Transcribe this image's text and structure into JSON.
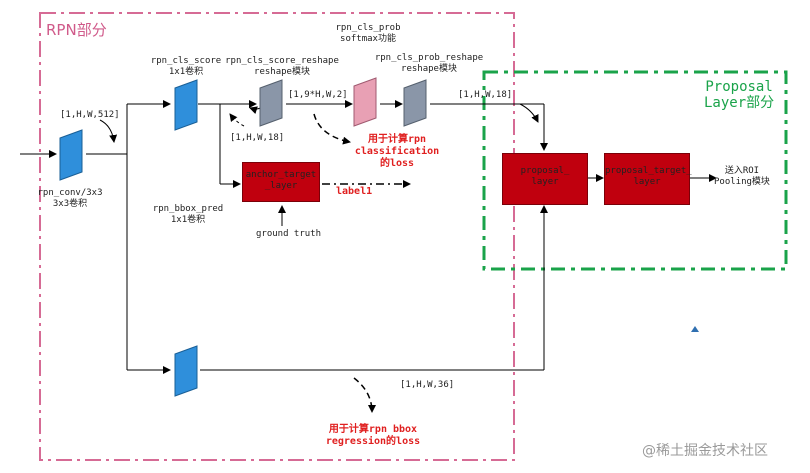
{
  "regions": {
    "rpn_title": "RPN部分",
    "proposal_title_line1": "Proposal",
    "proposal_title_line2": "Layer部分"
  },
  "layers": {
    "rpn_conv": {
      "name": "rpn_conv/3x3",
      "desc": "3x3卷积"
    },
    "rpn_cls_score": {
      "name": "rpn_cls_score",
      "desc": "1x1卷积"
    },
    "rpn_cls_score_reshape": {
      "name": "rpn_cls_score_reshape",
      "desc": "reshape模块"
    },
    "rpn_cls_prob": {
      "name": "rpn_cls_prob",
      "desc": "softmax功能"
    },
    "rpn_cls_prob_reshape": {
      "name": "rpn_cls_prob_reshape",
      "desc": "reshape模块"
    },
    "rpn_bbox_pred": {
      "name": "rpn_bbox_pred",
      "desc": "1x1卷积"
    }
  },
  "boxes": {
    "anchor_target_line1": "anchor_target",
    "anchor_target_line2": "_layer",
    "proposal_line1": "proposal_",
    "proposal_line2": "layer",
    "proposal_target_line1": "proposal_target_",
    "proposal_target_line2": "layer"
  },
  "shapes": {
    "in": "[1,H,W,512]",
    "cls_score": "[1,H,W,18]",
    "reshape": "[1,9*H,W,2]",
    "prob_reshape": "[1,H,W,18]",
    "bbox": "[1,H,W,36]"
  },
  "annotations": {
    "cls_loss_1": "用于计算rpn",
    "cls_loss_2": "classification",
    "cls_loss_3": "的loss",
    "label": "label1",
    "ground_truth": "ground truth",
    "roi_1": "送入ROI",
    "roi_2": "Pooling模块",
    "reg_loss_1": "用于计算rpn bbox",
    "reg_loss_2": "regression的loss"
  },
  "watermark": "@稀土掘金技术社区",
  "colors": {
    "rpn_border": "#d66b95",
    "proposal_border": "#1aa34a",
    "conv_blue": "#2f8fdb",
    "reshape_gray": "#8a96a8",
    "softmax_pink": "#e8a0b4",
    "box_red": "#c0000e",
    "loss_red": "#e02020"
  }
}
